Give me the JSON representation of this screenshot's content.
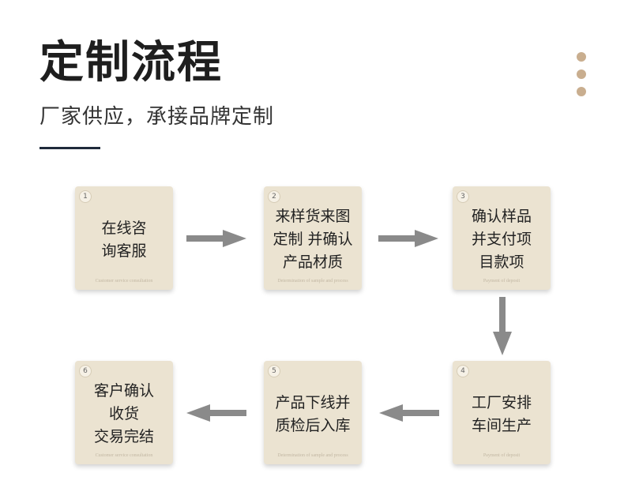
{
  "header": {
    "title": "定制流程",
    "subtitle": "厂家供应，承接品牌定制"
  },
  "colors": {
    "card_bg": "#ebe3d1",
    "arrow": "#8a8a8a",
    "accent_dots": "#c9ae8f",
    "rule": "#1e2a3a"
  },
  "steps": [
    {
      "number": "1",
      "lines": [
        "在线咨",
        "询客服"
      ],
      "sub": "Customer service consultation"
    },
    {
      "number": "2",
      "lines": [
        "来样货来图",
        "定制 并确认",
        "产品材质"
      ],
      "sub": "Determination of sample and process"
    },
    {
      "number": "3",
      "lines": [
        "确认样品",
        "并支付项",
        "目款项"
      ],
      "sub": "Payment of deposit"
    },
    {
      "number": "4",
      "lines": [
        "工厂安排",
        "车间生产"
      ],
      "sub": "Payment of deposit"
    },
    {
      "number": "5",
      "lines": [
        "产品下线并",
        "质检后入库"
      ],
      "sub": "Determination of sample and process"
    },
    {
      "number": "6",
      "lines": [
        "客户确认",
        "收货",
        "交易完结"
      ],
      "sub": "Customer service consultation"
    }
  ],
  "arrows": [
    {
      "from": "1",
      "to": "2",
      "direction": "right"
    },
    {
      "from": "2",
      "to": "3",
      "direction": "right"
    },
    {
      "from": "3",
      "to": "4",
      "direction": "down"
    },
    {
      "from": "4",
      "to": "5",
      "direction": "left"
    },
    {
      "from": "5",
      "to": "6",
      "direction": "left"
    }
  ]
}
